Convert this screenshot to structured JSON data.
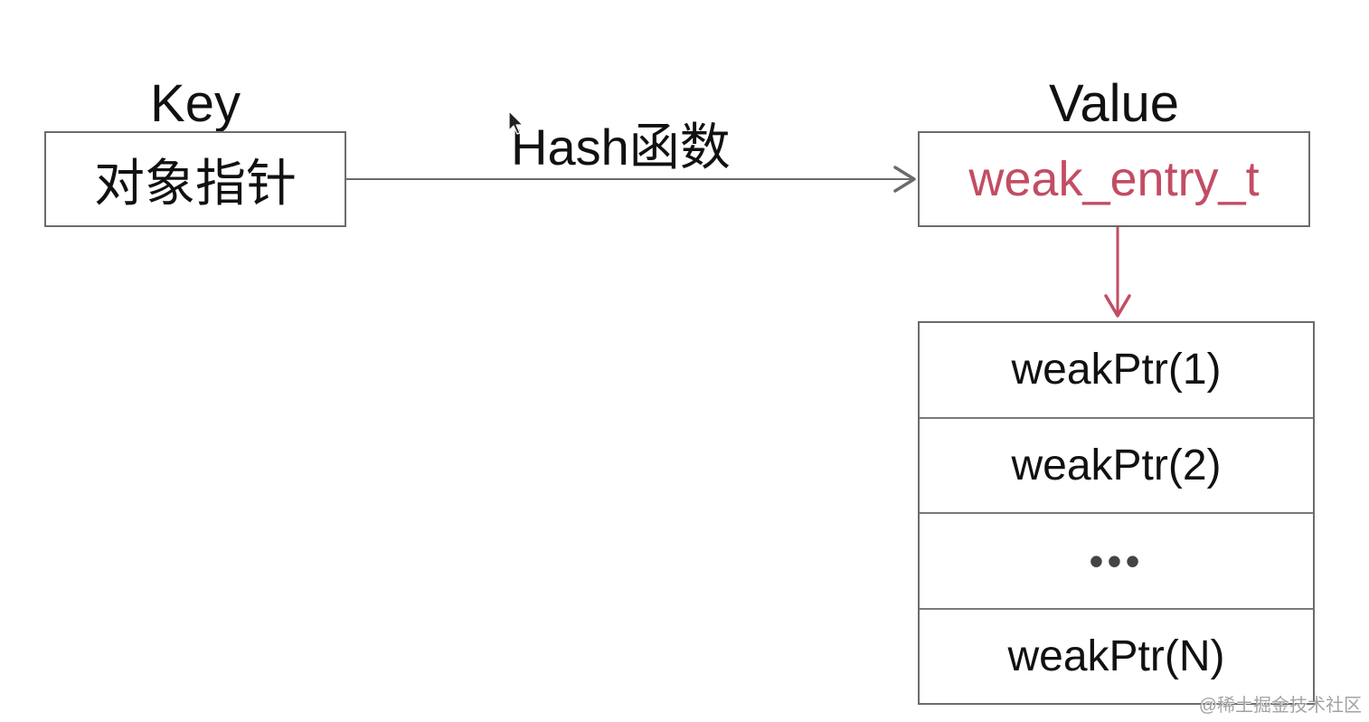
{
  "key": {
    "title": "Key",
    "box_label": "对象指针"
  },
  "edge": {
    "label": "Hash函数"
  },
  "value": {
    "title": "Value",
    "box_label": "weak_entry_t"
  },
  "pointer_list": {
    "rows": [
      "weakPtr(1)",
      "weakPtr(2)",
      "•••",
      "weakPtr(N)"
    ]
  },
  "watermark": "@稀土掘金技术社区",
  "colors": {
    "highlight": "#c24d64",
    "border": "#6b6b6b",
    "arrow": "#6b6b6b"
  },
  "icons": {
    "cursor": "mouse-pointer-icon"
  }
}
